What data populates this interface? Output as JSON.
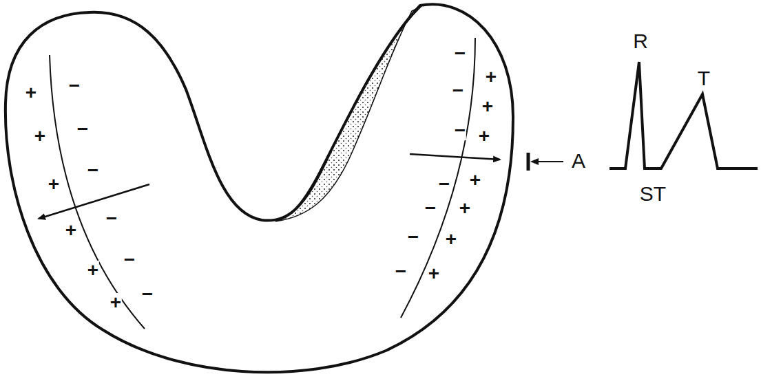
{
  "diagram": {
    "labels": [
      "R",
      "T",
      "A",
      "ST",
      "+",
      "+",
      "+",
      "+",
      "+",
      "+",
      "−",
      "−",
      "−",
      "−",
      "−",
      "−",
      "−",
      "−",
      "−",
      "−",
      "−",
      "−",
      "−",
      "+",
      "+",
      "+",
      "+",
      "+",
      "+",
      "+"
    ]
  }
}
